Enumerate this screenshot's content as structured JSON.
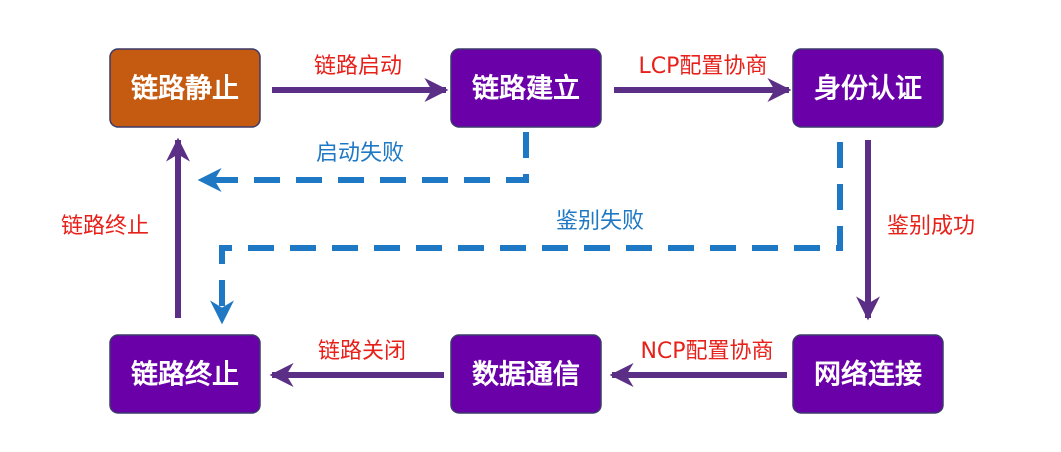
{
  "colors": {
    "node_fill": "#6a00a8",
    "node_fill_start": "#c55a11",
    "node_stroke": "#3a3a6a",
    "solid_arrow": "#5b2f86",
    "dashed_arrow": "#1f78c4",
    "label_red": "#e8201a",
    "label_blue": "#1f78c4"
  },
  "nodes": {
    "link_dead": "链路静止",
    "link_establish": "链路建立",
    "authenticate": "身份认证",
    "link_terminate": "链路终止",
    "data_comm": "数据通信",
    "network": "网络连接"
  },
  "edges": {
    "link_start": "链路启动",
    "lcp_negotiate": "LCP配置协商",
    "start_fail": "启动失败",
    "auth_fail": "鉴别失败",
    "auth_success": "鉴别成功",
    "ncp_negotiate": "NCP配置协商",
    "link_close": "链路关闭",
    "link_end": "链路终止"
  }
}
